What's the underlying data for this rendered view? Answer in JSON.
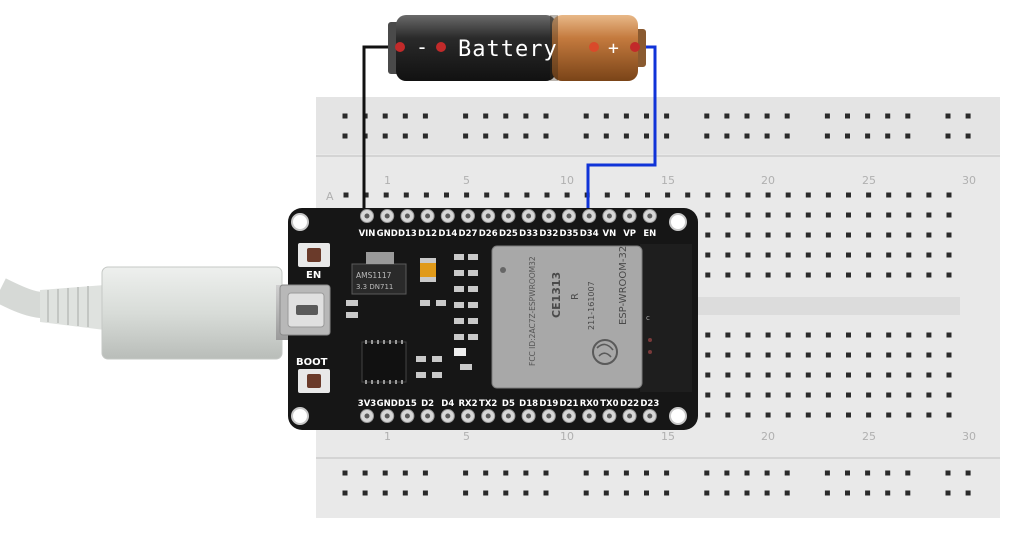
{
  "battery": {
    "label": "Battery",
    "minus": "-",
    "plus": "+"
  },
  "breadboard": {
    "row_letter": "A",
    "columns_top": [
      "1",
      "5",
      "10",
      "15",
      "20",
      "25",
      "30"
    ],
    "columns_bottom": [
      "1",
      "5",
      "10",
      "15",
      "20",
      "25",
      "30"
    ]
  },
  "board": {
    "top_pins": [
      "VIN",
      "GND",
      "D13",
      "D12",
      "D14",
      "D27",
      "D26",
      "D25",
      "D33",
      "D32",
      "D35",
      "D34",
      "VN",
      "VP",
      "EN"
    ],
    "bottom_pins": [
      "3V3",
      "GND",
      "D15",
      "D2",
      "D4",
      "RX2",
      "TX2",
      "D5",
      "D18",
      "D19",
      "D21",
      "RX0",
      "TX0",
      "D22",
      "D23"
    ],
    "en_button_label": "EN",
    "boot_button_label": "BOOT",
    "regulator_text": [
      "AMS1117",
      "3.3 DN711"
    ],
    "module_text": {
      "ce": "CE1313",
      "model": "ESP-WROOM-32",
      "fcc": "FCC ID:2AC7Z-ESPWROOM32",
      "r": "R",
      "code": "211-161007"
    }
  },
  "wires": {
    "negative_color": "#111111",
    "positive_color": "#1033d8"
  }
}
